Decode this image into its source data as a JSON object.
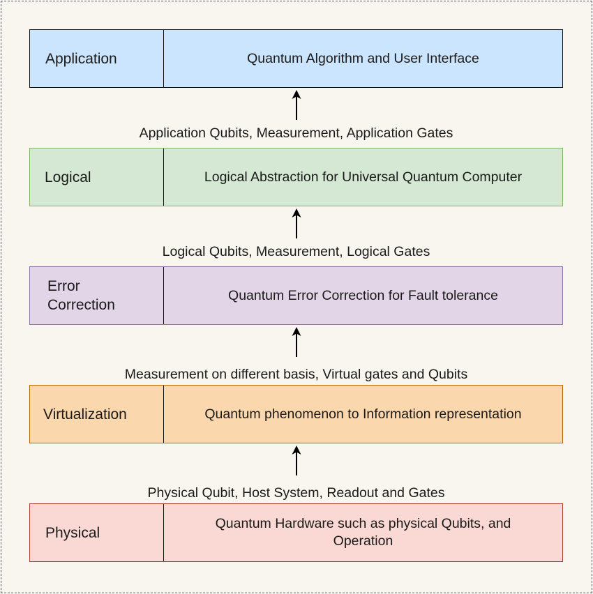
{
  "layers": [
    {
      "name": "Application",
      "description": "Quantum Algorithm and User Interface",
      "fill": "#cce5ff",
      "stroke": "#111111"
    },
    {
      "name": "Logical",
      "description": "Logical Abstraction for Universal Quantum Computer",
      "fill": "#d5e8d4",
      "stroke": "#82b366"
    },
    {
      "name": "Error Correction",
      "description": "Quantum Error Correction for Fault tolerance",
      "fill": "#e1d5e7",
      "stroke": "#9673a6"
    },
    {
      "name": "Virtualization",
      "description": "Quantum phenomenon to Information representation",
      "fill": "#fad7ac",
      "stroke": "#b46504"
    },
    {
      "name": "Physical",
      "description": "Quantum Hardware such as physical Qubits, and Operation",
      "fill": "#fad9d5",
      "stroke": "#ae4132"
    }
  ],
  "connectors": [
    {
      "label": "Application Qubits, Measurement, Application Gates"
    },
    {
      "label": "Logical Qubits, Measurement, Logical Gates"
    },
    {
      "label": "Measurement on different basis, Virtual gates and Qubits"
    },
    {
      "label": "Physical Qubit, Host System, Readout and Gates"
    }
  ]
}
